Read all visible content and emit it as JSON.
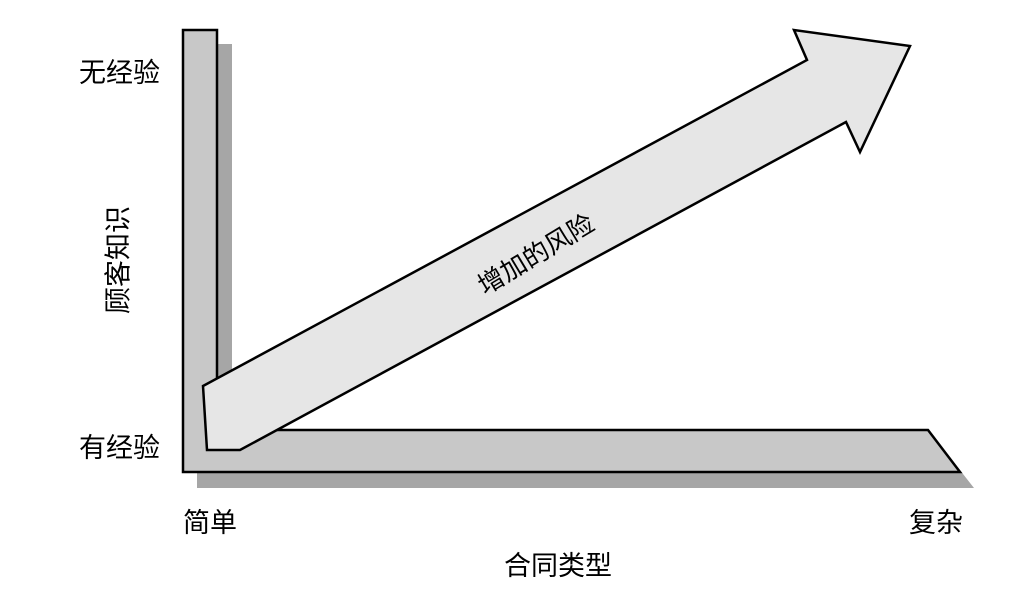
{
  "y_axis": {
    "title": "顾客知识",
    "top_label": "无经验",
    "bottom_label": "有经验"
  },
  "x_axis": {
    "title": "合同类型",
    "left_label": "简单",
    "right_label": "复杂"
  },
  "arrow": {
    "label": "增加的风险"
  },
  "colors": {
    "shape_fill": "#c8c8c8",
    "shadow_fill": "#a6a6a6",
    "arrow_fill": "#e6e6e6",
    "stroke": "#000000"
  }
}
